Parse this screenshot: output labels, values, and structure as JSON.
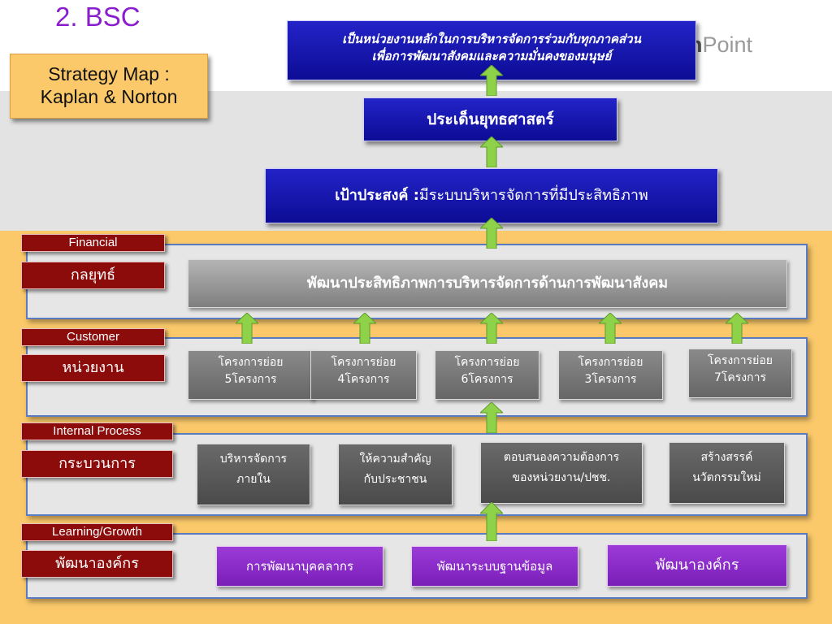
{
  "slide_title": "2. BSC",
  "brand": {
    "bold": "ation",
    "light": "Point"
  },
  "strategy_label": {
    "line1": "Strategy Map :",
    "line2": "Kaplan & Norton"
  },
  "vision": {
    "line1": "เป็นหน่วยงานหลักในการบริหารจัดการร่วมกับทุกภาคส่วน",
    "line2": "เพื่อการพัฒนาสังคมและความมั่นคงของมนุษย์"
  },
  "strategic_issue": "ประเด็นยุทธศาสตร์",
  "goal": {
    "label": "เป้าประสงค์ :",
    "text": "มีระบบบริหารจัดการที่มีประสิทธิภาพ"
  },
  "perspectives": {
    "financial": {
      "en": "Financial",
      "th": "กลยุทธ์"
    },
    "customer": {
      "en": "Customer",
      "th": "หน่วยงาน"
    },
    "internal": {
      "en": "Internal Process",
      "th": "กระบวนการ"
    },
    "learning": {
      "en": "Learning/Growth",
      "th": "พัฒนาองค์กร"
    }
  },
  "strategy": "พัฒนาประสิทธิภาพการบริหารจัดการด้านการพัฒนาสังคม",
  "subprojects": [
    {
      "line1": "โครงการย่อย",
      "line2": "5โครงการ"
    },
    {
      "line1": "โครงการย่อย",
      "line2": "4โครงการ"
    },
    {
      "line1": "โครงการย่อย",
      "line2": "6โครงการ"
    },
    {
      "line1": "โครงการย่อย",
      "line2": "3โครงการ"
    },
    {
      "line1": "โครงการย่อย",
      "line2": "7โครงการ"
    }
  ],
  "processes": [
    {
      "line1": "บริหารจัดการ",
      "line2": "ภายใน"
    },
    {
      "line1": "ให้ความสำคัญ",
      "line2": "กับประชาชน"
    },
    {
      "line1": "ตอบสนองความต้องการ",
      "line2": "ของหน่วยงาน/ปชช."
    },
    {
      "line1": "สร้างสรรค์",
      "line2": "นวัตกรรมใหม่"
    }
  ],
  "learning_items": [
    "การพัฒนาบุคคลากร",
    "พัฒนาระบบฐานข้อมูล",
    "พัฒนาองค์กร"
  ],
  "colors": {
    "arrow": "#8ed24a",
    "blue": "#1414b0",
    "tag": "#8c0c0c",
    "purple": "#8a2bc9"
  }
}
